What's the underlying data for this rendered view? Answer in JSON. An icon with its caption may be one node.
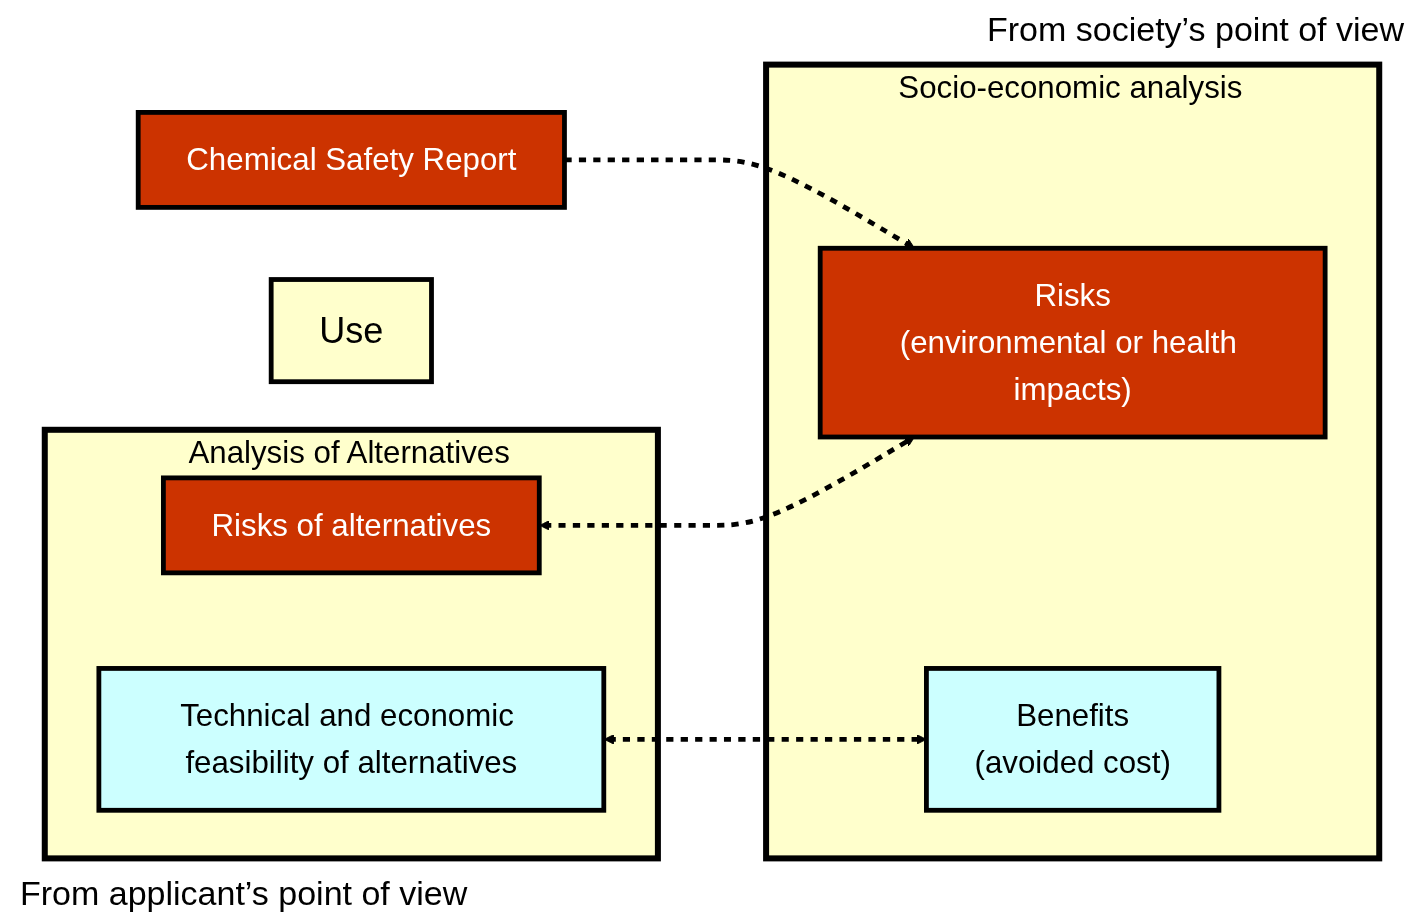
{
  "diagram": {
    "nodes": [
      {
        "text": [
          "Use"
        ]
      },
      {
        "text": [
          "Chemical Safety Report"
        ]
      },
      {
        "text": [
          "Socio-economic analysis"
        ]
      },
      {
        "text": [
          "Risks",
          "(environmental or health impacts)"
        ],
        "in": 2
      },
      {
        "text": [
          "Benefits",
          "(avoided cost)"
        ],
        "in": 2
      },
      {
        "text": [
          "Analysis of Alternatives"
        ]
      },
      {
        "text": [
          "Risks of alternatives"
        ],
        "in": 5
      },
      {
        "text": [
          "Technical and economic feasibility of alternatives"
        ],
        "in": 5
      }
    ],
    "edges": [
      {
        "from": 1,
        "to": 3,
        "arrow": "to",
        "style": "dashed"
      },
      {
        "from": 6,
        "to": 3,
        "arrow": "both",
        "style": "dashed"
      },
      {
        "from": 7,
        "to": 4,
        "arrow": "both",
        "style": "dashed"
      }
    ],
    "labels": [
      "From society’s point of view",
      "From applicant’s point of view"
    ]
  }
}
